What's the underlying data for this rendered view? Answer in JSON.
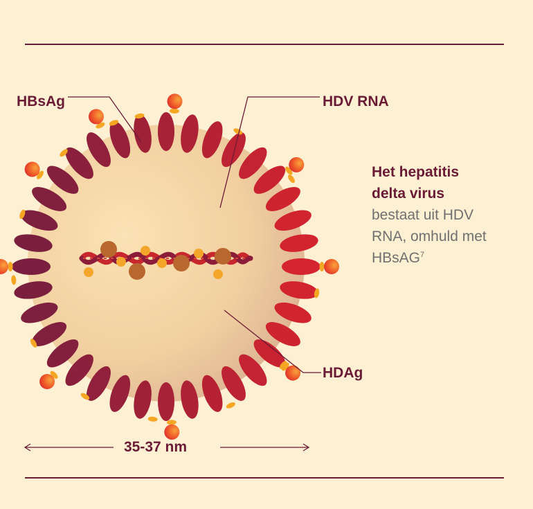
{
  "labels": {
    "hbsag": "HBsAg",
    "hdv_rna": "HDV RNA",
    "hdag": "HDAg",
    "size": "35-37 nm"
  },
  "caption": {
    "title_line1": "Het hepatitis",
    "title_line2": "delta virus",
    "body_line1": "bestaat uit HDV",
    "body_line2": "RNA, omhuld met",
    "body_line3": "HBsAG",
    "superscript": "7"
  },
  "colors": {
    "background": "#fdf0d3",
    "accent": "#6b1a35",
    "capsid_dark": "#7a1f3f",
    "capsid_light": "#d3242f",
    "protein_orange": "#f5a623",
    "text_gray": "#707070"
  }
}
